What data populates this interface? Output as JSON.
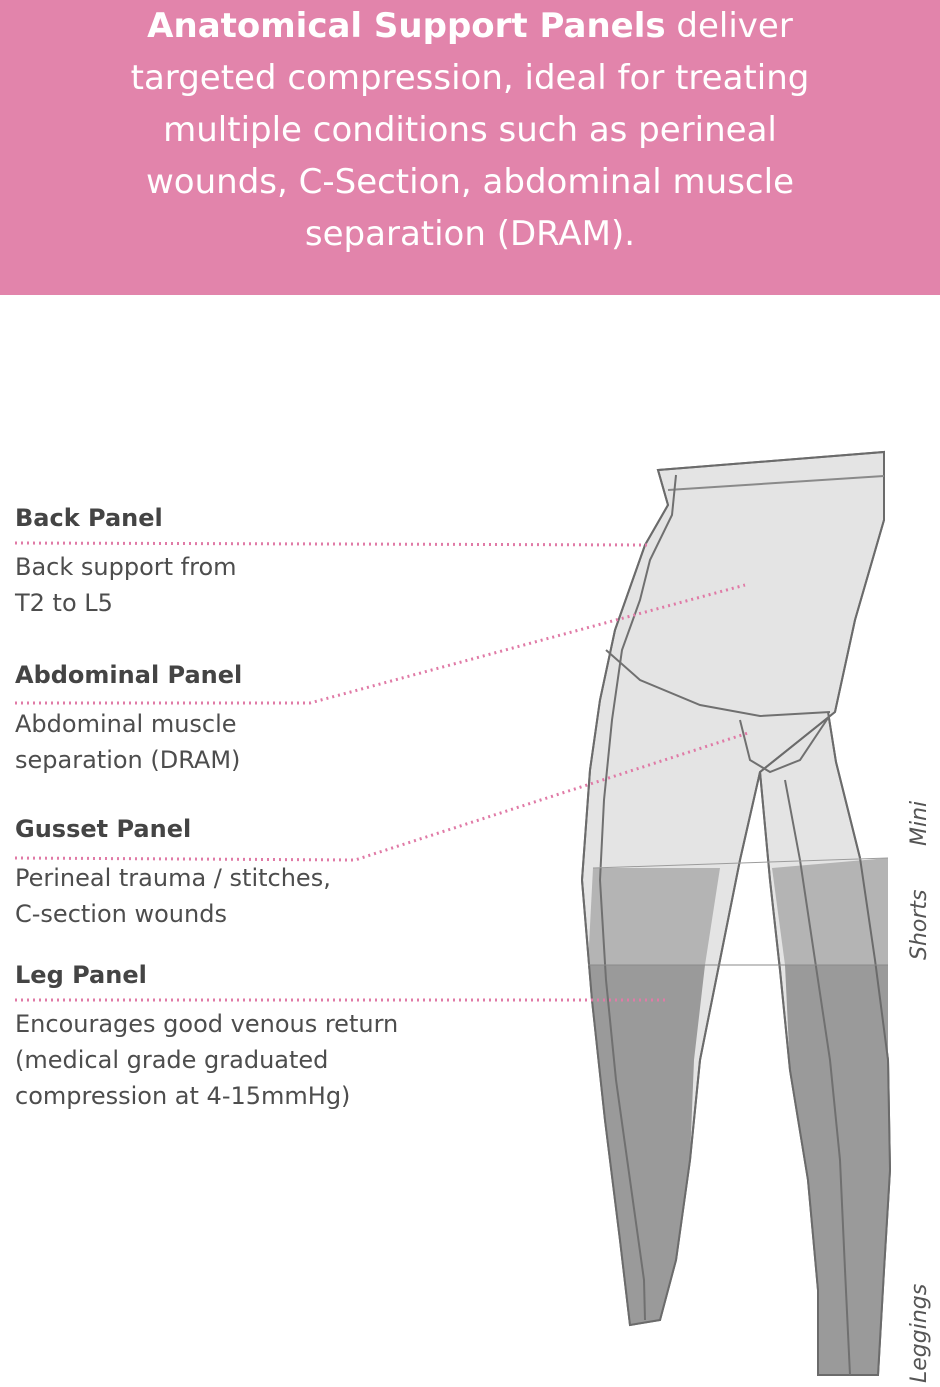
{
  "banner": {
    "bold_text": "Anatomical Support Panels",
    "line1_rest": " deliver",
    "line2": "targeted compression, ideal for treating",
    "line3": "multiple conditions such as perineal",
    "line4": "wounds, C-Section, abdominal muscle",
    "line5": "separation (DRAM).",
    "color": "#e284ab"
  },
  "panels": [
    {
      "title": "Back Panel",
      "desc_lines": [
        "Back support from",
        "T2 to L5"
      ]
    },
    {
      "title": "Abdominal Panel",
      "desc_lines": [
        "Abdominal muscle",
        "separation (DRAM)"
      ]
    },
    {
      "title": "Gusset Panel",
      "desc_lines": [
        "Perineal trauma / stitches,",
        "C-section wounds"
      ]
    },
    {
      "title": "Leg Panel",
      "desc_lines": [
        "Encourages good venous return",
        "(medical grade graduated",
        "compression at 4-15mmHg)"
      ]
    }
  ],
  "length_labels": {
    "mini": "Mini",
    "shorts": "Shorts",
    "leggings": "Leggings"
  },
  "colors": {
    "leader_dots": "#e07aa6",
    "garment_light": "#e4e4e4",
    "garment_mid": "#b4b4b4",
    "garment_dark": "#9a9a9a",
    "outline": "#6b6b6b"
  }
}
